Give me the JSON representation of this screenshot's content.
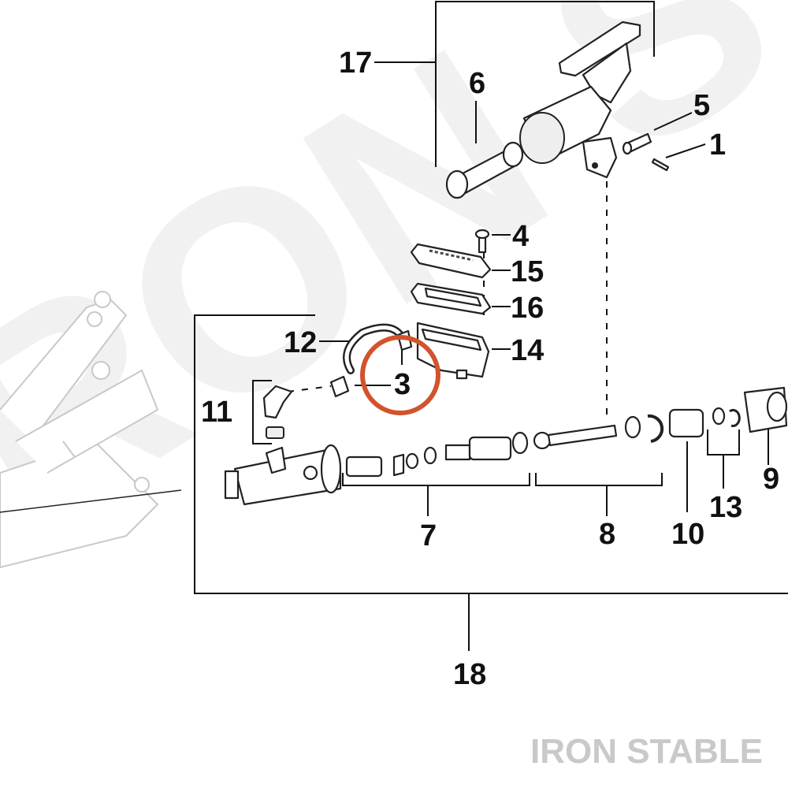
{
  "diagram": {
    "callouts": {
      "c1": "1",
      "c3": "3",
      "c4": "4",
      "c5": "5",
      "c6": "6",
      "c7": "7",
      "c8": "8",
      "c9": "9",
      "c10": "10",
      "c11": "11",
      "c12": "12",
      "c13": "13",
      "c14": "14",
      "c15": "15",
      "c16": "16",
      "c17": "17",
      "c18": "18"
    },
    "highlight_color": "#d2532c",
    "watermark": "IRON STABLE",
    "brand": "IRON STABLE"
  }
}
